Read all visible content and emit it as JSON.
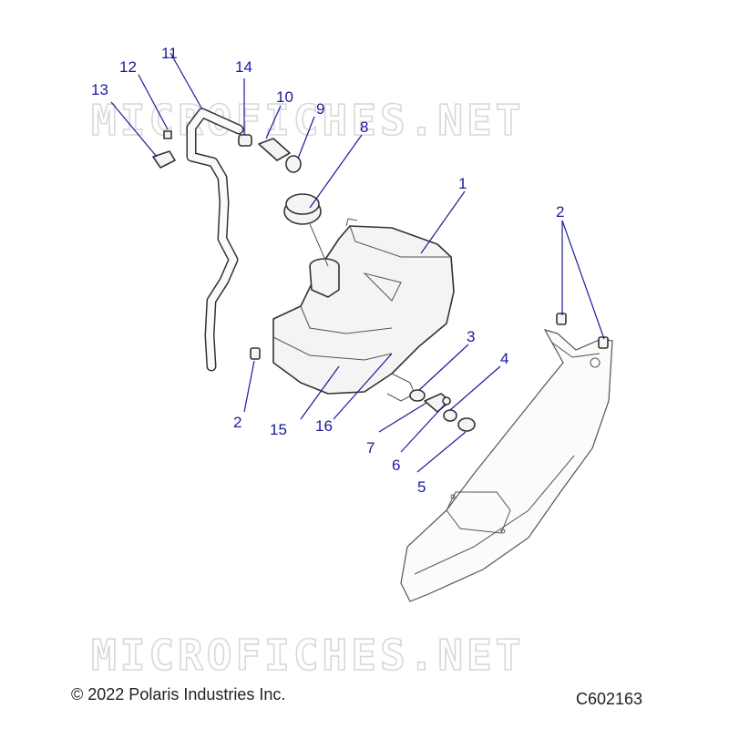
{
  "watermark": "MICROFICHES.NET",
  "copyright": "© 2022 Polaris Industries Inc.",
  "figure_code": "C602163",
  "callouts": {
    "c1": "1",
    "c2a": "2",
    "c2b": "2",
    "c3": "3",
    "c4": "4",
    "c5": "5",
    "c6": "6",
    "c7": "7",
    "c8": "8",
    "c9": "9",
    "c10": "10",
    "c11": "11",
    "c12": "12",
    "c13": "13",
    "c14": "14",
    "c15": "15",
    "c16": "16"
  },
  "colors": {
    "callout": "#1a1a9c",
    "line_art": "#333333",
    "watermark": "#d8d8d8"
  }
}
